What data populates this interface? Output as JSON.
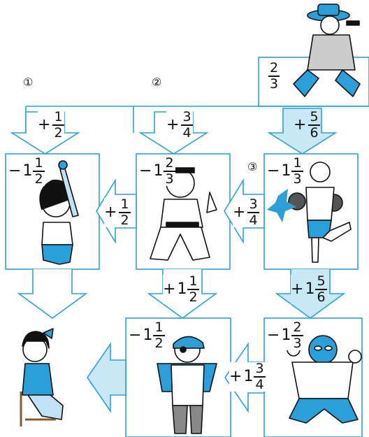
{
  "markers": {
    "m1": "①",
    "m2": "②",
    "m3": "③"
  },
  "labels": {
    "detective": {
      "sign": "",
      "whole": "",
      "num": "2",
      "den": "3"
    },
    "down1": {
      "sign": "+",
      "whole": "",
      "num": "1",
      "den": "2"
    },
    "down2": {
      "sign": "+",
      "whole": "",
      "num": "3",
      "den": "4"
    },
    "down3": {
      "sign": "+",
      "whole": "",
      "num": "5",
      "den": "6"
    },
    "box_left": {
      "sign": "−",
      "whole": "1",
      "num": "1",
      "den": "2"
    },
    "box_mid": {
      "sign": "−",
      "whole": "1",
      "num": "2",
      "den": "3"
    },
    "box_right": {
      "sign": "−",
      "whole": "1",
      "num": "1",
      "den": "3"
    },
    "h_left": {
      "sign": "+",
      "whole": "",
      "num": "1",
      "den": "2"
    },
    "h_right": {
      "sign": "+",
      "whole": "",
      "num": "3",
      "den": "4"
    },
    "down_mid": {
      "sign": "+",
      "whole": "1",
      "num": "1",
      "den": "2"
    },
    "down_right": {
      "sign": "+",
      "whole": "1",
      "num": "5",
      "den": "6"
    },
    "box_pirate": {
      "sign": "−",
      "whole": "1",
      "num": "1",
      "den": "2"
    },
    "box_wrest": {
      "sign": "−",
      "whole": "1",
      "num": "2",
      "den": "3"
    },
    "h_bottom": {
      "sign": "+",
      "whole": "1",
      "num": "3",
      "den": "4"
    }
  },
  "colors": {
    "line": "#29a3d6",
    "shade": "#c9e8f5",
    "figure_blue": "#2b9fd8",
    "ink": "#111111"
  }
}
